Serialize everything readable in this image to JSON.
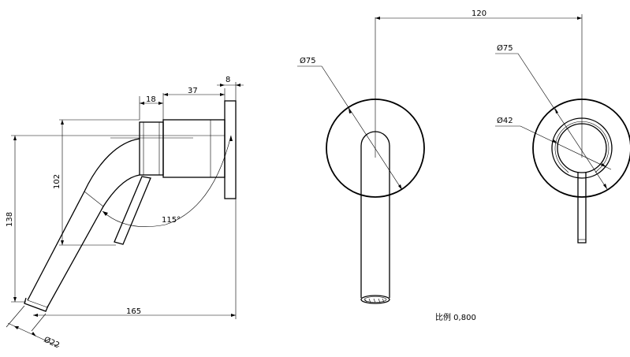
{
  "side_view": {
    "dim_18": "18",
    "dim_37": "37",
    "dim_8": "8",
    "dim_102": "102",
    "dim_138": "138",
    "dim_165": "165",
    "dim_115deg": "115°",
    "dim_d22": "Ø22"
  },
  "spout_view": {
    "dim_120": "120",
    "dim_d75": "Ø75"
  },
  "mixer_view": {
    "dim_d75": "Ø75",
    "dim_d42": "Ø42"
  },
  "scale_label": "比例 0,800"
}
